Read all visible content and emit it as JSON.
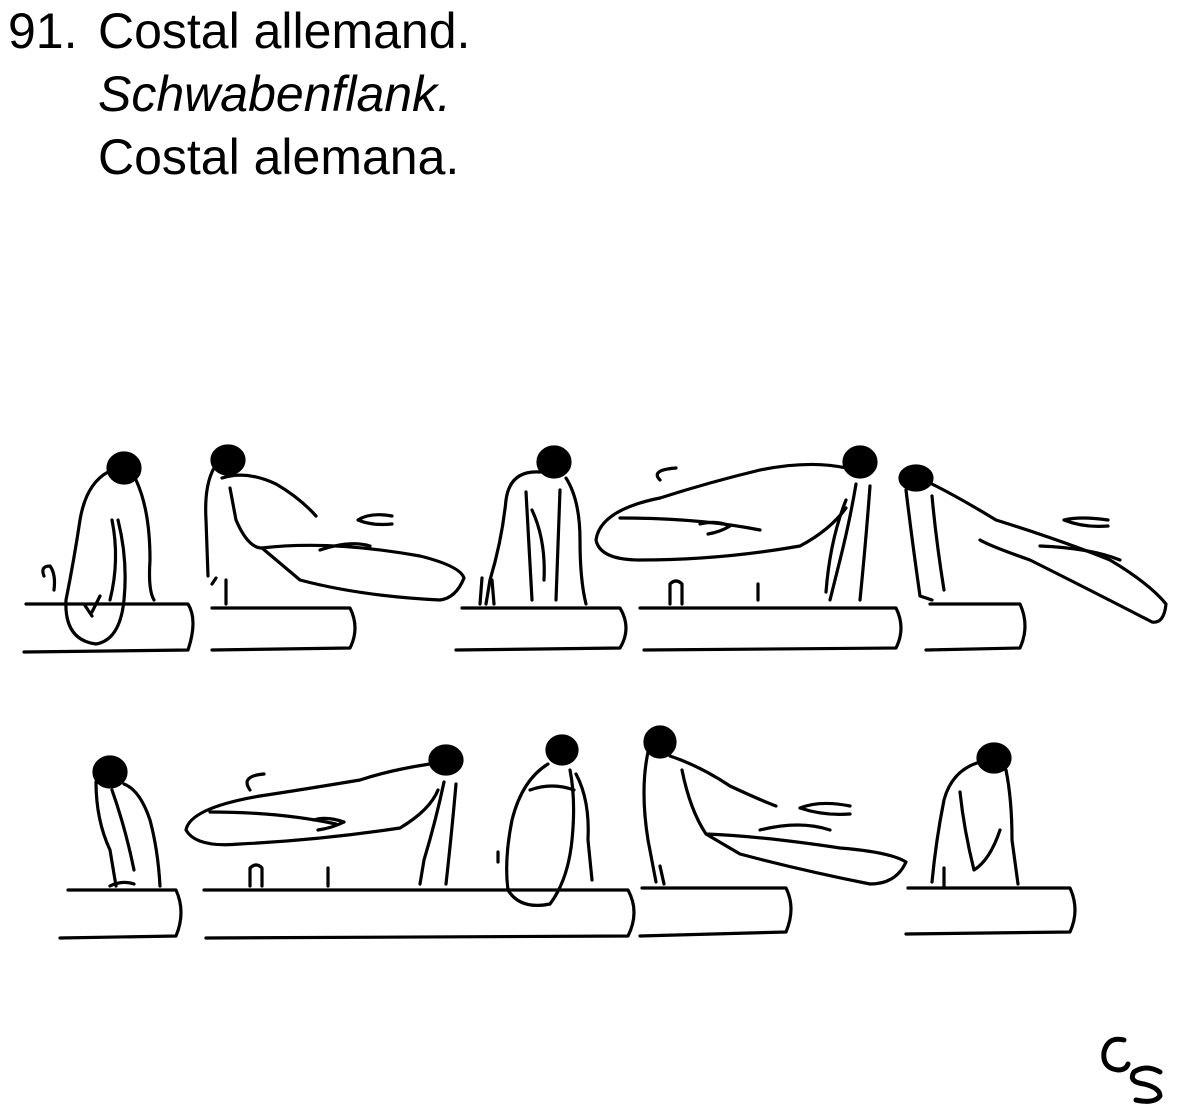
{
  "entry": {
    "number": "91.",
    "names": [
      {
        "text": "Costal allemand.",
        "style": "normal"
      },
      {
        "text": "Schwabenflank.",
        "style": "italic"
      },
      {
        "text": "Costal alemana.",
        "style": "normal"
      }
    ]
  },
  "illustration": {
    "icon": "pommel-horse-sequence-drawing",
    "rows": 2,
    "frames_per_row": [
      5,
      5
    ]
  },
  "signature": {
    "icon": "handwritten-signature",
    "text": "CS"
  }
}
